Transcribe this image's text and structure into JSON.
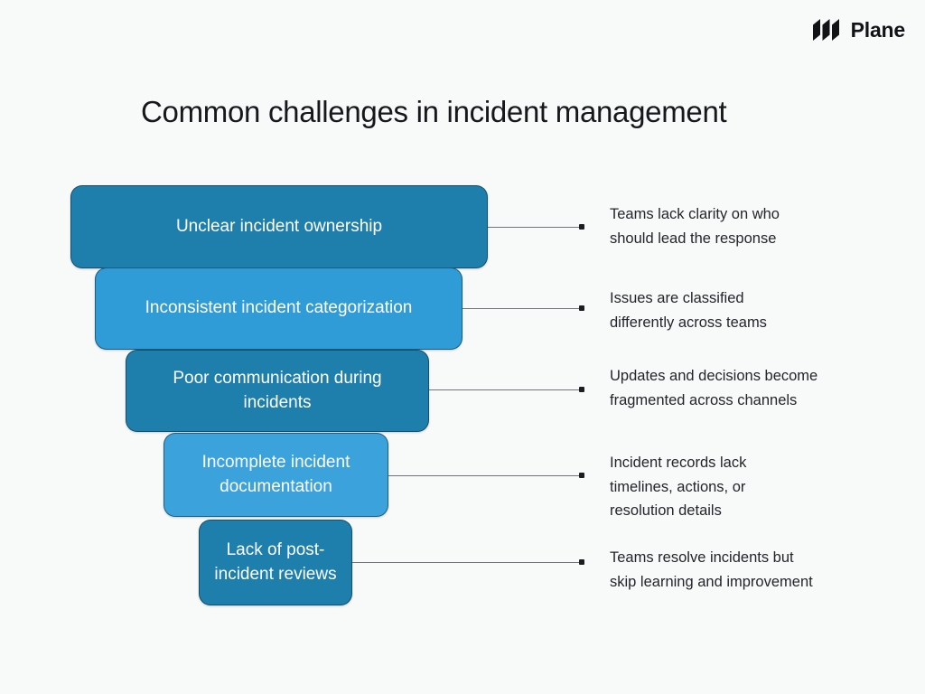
{
  "brand": {
    "name": "Plane",
    "logo_icon": "plane-logo-icon"
  },
  "page_title": "Common challenges in incident management",
  "colors": {
    "background": "#f8f9f9",
    "bar_dark": "#1f7fac",
    "bar_light": "#2f9bd7",
    "title_text": "#16181c",
    "bar_text": "#ffffff",
    "desc_text": "#23262a",
    "connector": "#6e7478",
    "dot": "#1b1d20"
  },
  "funnel": {
    "type": "funnel",
    "stages": [
      {
        "label": "Unclear incident\nownership",
        "description": "Teams lack clarity on who\nshould lead the response",
        "color": "#1f7fac"
      },
      {
        "label": "Inconsistent incident\ncategorization",
        "description": "Issues are classified\ndifferently across teams",
        "color": "#2f9bd7"
      },
      {
        "label": "Poor communication\nduring incidents",
        "description": "Updates and decisions become\nfragmented across channels",
        "color": "#1f7fac"
      },
      {
        "label": "Incomplete incident\ndocumentation",
        "description": "Incident records lack\ntimelines, actions, or\nresolution details",
        "color": "#3ca2db"
      },
      {
        "label": "Lack of post-\nincident\nreviews",
        "description": "Teams resolve incidents but\nskip learning and improvement",
        "color": "#1f7fac"
      }
    ]
  }
}
